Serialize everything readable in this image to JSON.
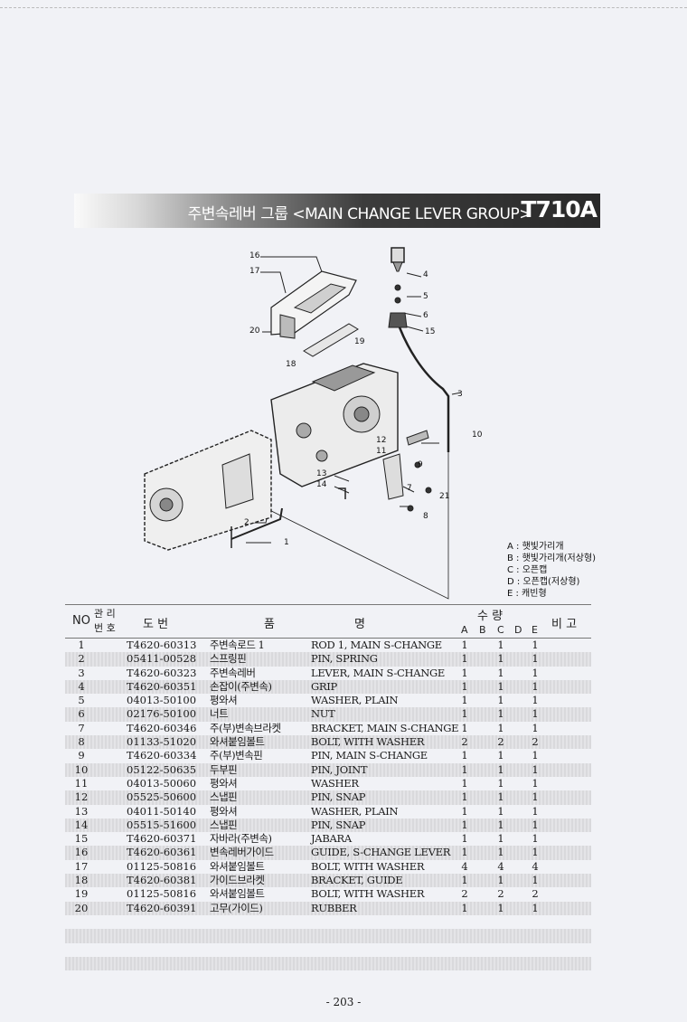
{
  "header": {
    "title": "주변속레버 그룹 <MAIN CHANGE LEVER GROUP>",
    "code": "T710A"
  },
  "diagram": {
    "callouts": [
      "16",
      "17",
      "20",
      "18",
      "19",
      "4",
      "5",
      "6",
      "15",
      "3",
      "10",
      "12",
      "11",
      "9",
      "13",
      "14",
      "7",
      "21",
      "8",
      "2",
      "1"
    ]
  },
  "legend": [
    "A : 햇빛가리개",
    "B : 햇빛가리개(저상형)",
    "C : 오픈캡",
    "D : 오픈캡(저상형)",
    "E : 캐빈형"
  ],
  "table": {
    "headers": {
      "no": "NO",
      "mgmt_top": "관 리",
      "mgmt_bottom": "번 호",
      "drawing": "도      번",
      "name_left": "품",
      "name_right": "명",
      "qty": "수    량",
      "qty_a": "A",
      "qty_b": "B",
      "qty_c": "C",
      "qty_d": "D",
      "qty_e": "E",
      "remarks": "비  고"
    },
    "rows": [
      {
        "no": "1",
        "part": "T4620-60313",
        "kor": "주변속로드 1",
        "name": "ROD 1, MAIN S-CHANGE",
        "a": "1",
        "c": "1",
        "e": "1"
      },
      {
        "no": "2",
        "part": "05411-00528",
        "kor": "스프링핀",
        "name": "PIN, SPRING",
        "a": "1",
        "c": "1",
        "e": "1"
      },
      {
        "no": "3",
        "part": "T4620-60323",
        "kor": "주변속레버",
        "name": "LEVER, MAIN S-CHANGE",
        "a": "1",
        "c": "1",
        "e": "1"
      },
      {
        "no": "4",
        "part": "T4620-60351",
        "kor": "손잡이(주변속)",
        "name": "GRIP",
        "a": "1",
        "c": "1",
        "e": "1"
      },
      {
        "no": "5",
        "part": "04013-50100",
        "kor": "평와셔",
        "name": "WASHER, PLAIN",
        "a": "1",
        "c": "1",
        "e": "1"
      },
      {
        "no": "6",
        "part": "02176-50100",
        "kor": "너트",
        "name": "NUT",
        "a": "1",
        "c": "1",
        "e": "1"
      },
      {
        "no": "7",
        "part": "T4620-60346",
        "kor": "주(부)변속브라켓",
        "name": "BRACKET, MAIN S-CHANGE",
        "a": "1",
        "c": "1",
        "e": "1"
      },
      {
        "no": "8",
        "part": "01133-51020",
        "kor": "와셔붙임볼트",
        "name": "BOLT, WITH WASHER",
        "a": "2",
        "c": "2",
        "e": "2"
      },
      {
        "no": "9",
        "part": "T4620-60334",
        "kor": "주(부)변속핀",
        "name": "PIN, MAIN S-CHANGE",
        "a": "1",
        "c": "1",
        "e": "1"
      },
      {
        "no": "10",
        "part": "05122-50635",
        "kor": "두부핀",
        "name": "PIN, JOINT",
        "a": "1",
        "c": "1",
        "e": "1"
      },
      {
        "no": "11",
        "part": "04013-50060",
        "kor": "평와셔",
        "name": "WASHER",
        "a": "1",
        "c": "1",
        "e": "1"
      },
      {
        "no": "12",
        "part": "05525-50600",
        "kor": "스냅핀",
        "name": "PIN, SNAP",
        "a": "1",
        "c": "1",
        "e": "1"
      },
      {
        "no": "13",
        "part": "04011-50140",
        "kor": "평와셔",
        "name": "WASHER, PLAIN",
        "a": "1",
        "c": "1",
        "e": "1"
      },
      {
        "no": "14",
        "part": "05515-51600",
        "kor": "스냅핀",
        "name": "PIN, SNAP",
        "a": "1",
        "c": "1",
        "e": "1"
      },
      {
        "no": "15",
        "part": "T4620-60371",
        "kor": "자바라(주변속)",
        "name": "JABARA",
        "a": "1",
        "c": "1",
        "e": "1"
      },
      {
        "no": "16",
        "part": "T4620-60361",
        "kor": "변속레버가이드",
        "name": "GUIDE, S-CHANGE LEVER",
        "a": "1",
        "c": "1",
        "e": "1"
      },
      {
        "no": "17",
        "part": "01125-50816",
        "kor": "와셔붙임볼트",
        "name": "BOLT, WITH WASHER",
        "a": "4",
        "c": "4",
        "e": "4"
      },
      {
        "no": "18",
        "part": "T4620-60381",
        "kor": "가이드브라켓",
        "name": "BRACKET, GUIDE",
        "a": "1",
        "c": "1",
        "e": "1"
      },
      {
        "no": "19",
        "part": "01125-50816",
        "kor": "와셔붙임볼트",
        "name": "BOLT, WITH WASHER",
        "a": "2",
        "c": "2",
        "e": "2"
      },
      {
        "no": "20",
        "part": "T4620-60391",
        "kor": "고무(가이드)",
        "name": "RUBBER",
        "a": "1",
        "c": "1",
        "e": "1"
      }
    ]
  },
  "footer": {
    "page": "- 203 -"
  }
}
